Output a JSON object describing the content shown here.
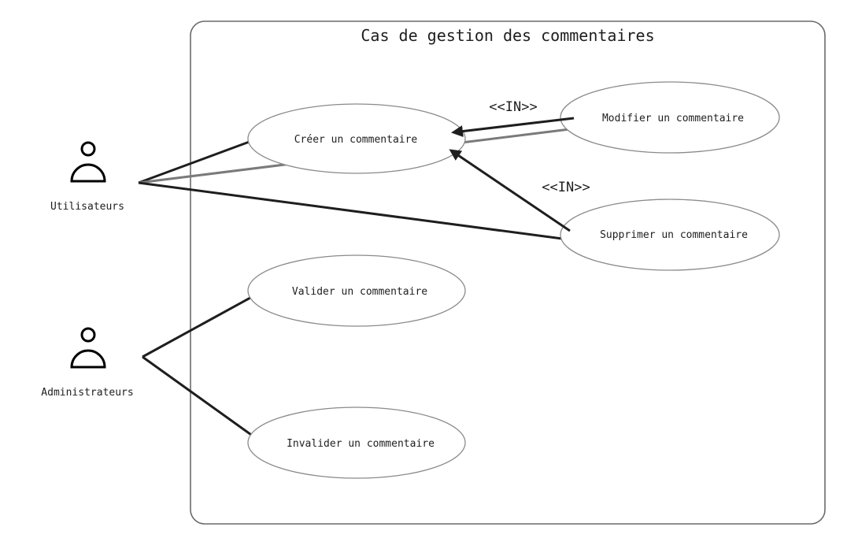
{
  "system": {
    "title": "Cas de gestion des commentaires"
  },
  "actors": {
    "users": {
      "label": "Utilisateurs",
      "icon": "person-icon"
    },
    "admins": {
      "label": "Administrateurs",
      "icon": "person-icon"
    }
  },
  "use_cases": {
    "create": "Créer un commentaire",
    "modify": "Modifier un commentaire",
    "delete": "Supprimer un commentaire",
    "validate": "Valider un commentaire",
    "invalidate": "Invalider un commentaire"
  },
  "relations": {
    "include_modify": "<<IN>>",
    "include_delete": "<<IN>>"
  },
  "colors": {
    "stroke_dark": "#1e1e1e",
    "stroke_gray": "#7a7a7a",
    "ellipse_border": "#8a8a8a"
  }
}
